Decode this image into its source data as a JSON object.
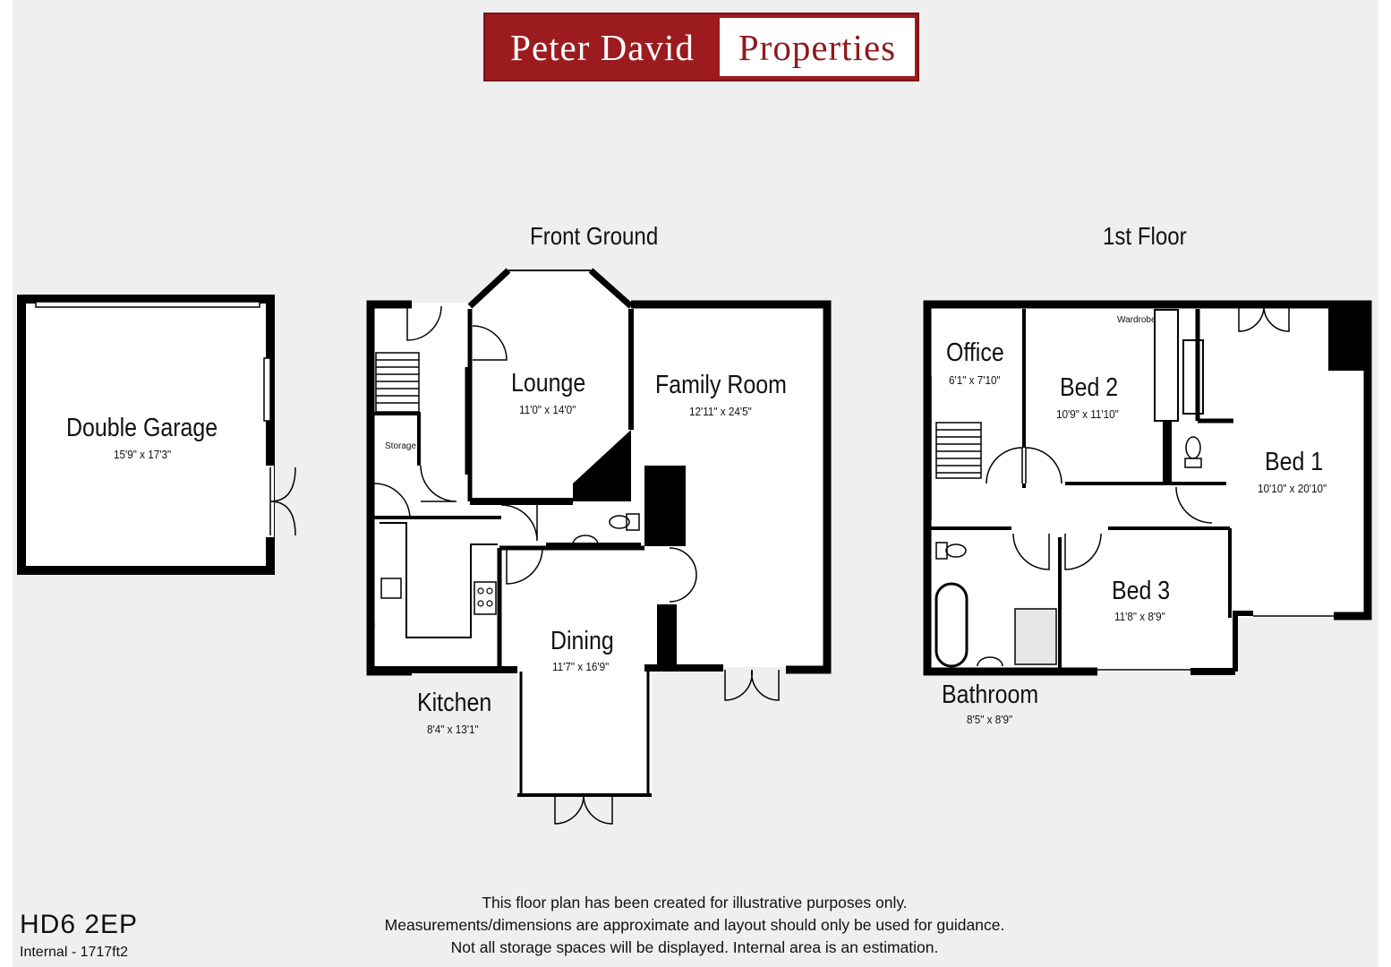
{
  "brand": {
    "left": "Peter David",
    "right": "Properties"
  },
  "floors": {
    "ground": "Front Ground",
    "first": "1st Floor"
  },
  "rooms": {
    "garage": {
      "name": "Double Garage",
      "dims": "15'9\" x 17'3\""
    },
    "lounge": {
      "name": "Lounge",
      "dims": "11'0\" x 14'0\""
    },
    "family": {
      "name": "Family Room",
      "dims": "12'11\" x 24'5\""
    },
    "dining": {
      "name": "Dining",
      "dims": "11'7\" x 16'9\""
    },
    "kitchen": {
      "name": "Kitchen",
      "dims": "8'4\" x 13'1\""
    },
    "storage": {
      "name": "Storage"
    },
    "office": {
      "name": "Office",
      "dims": "6'1\" x 7'10\""
    },
    "bed2": {
      "name": "Bed 2",
      "dims": "10'9\" x 11'10\""
    },
    "bed1": {
      "name": "Bed 1",
      "dims": "10'10\" x 20'10\""
    },
    "bed3": {
      "name": "Bed 3",
      "dims": "11'8\" x 8'9\""
    },
    "bathroom": {
      "name": "Bathroom",
      "dims": "8'5\" x 8'9\""
    },
    "wardrobe": {
      "name": "Wardrobe"
    }
  },
  "disclaimer": [
    "This floor plan has been created for illustrative purposes only.",
    "Measurements/dimensions are approximate and layout should only be used for guidance.",
    "Not all storage spaces will be displayed. Internal area is an estimation."
  ],
  "postcode": "HD6 2EP",
  "internal_area": "Internal - 1717ft2",
  "colors": {
    "brand_red": "#9b1b1f",
    "wall": "#000000",
    "background": "#efefef"
  }
}
